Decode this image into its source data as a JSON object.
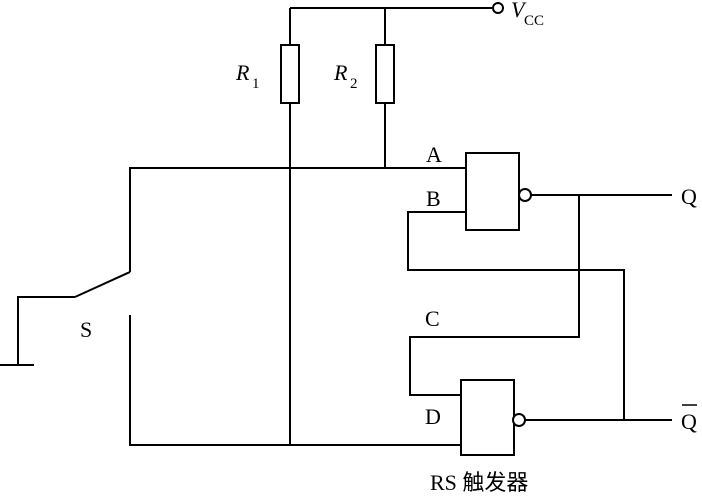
{
  "labels": {
    "supply_v": "V",
    "supply_sub": "CC",
    "r1_letter": "R",
    "r1_sub": "1",
    "r2_letter": "R",
    "r2_sub": "2",
    "node_a": "A",
    "node_b": "B",
    "node_c": "C",
    "node_d": "D",
    "output_q": "Q",
    "output_q_bar": "Q",
    "switch": "S",
    "caption": "RS 触发器"
  }
}
